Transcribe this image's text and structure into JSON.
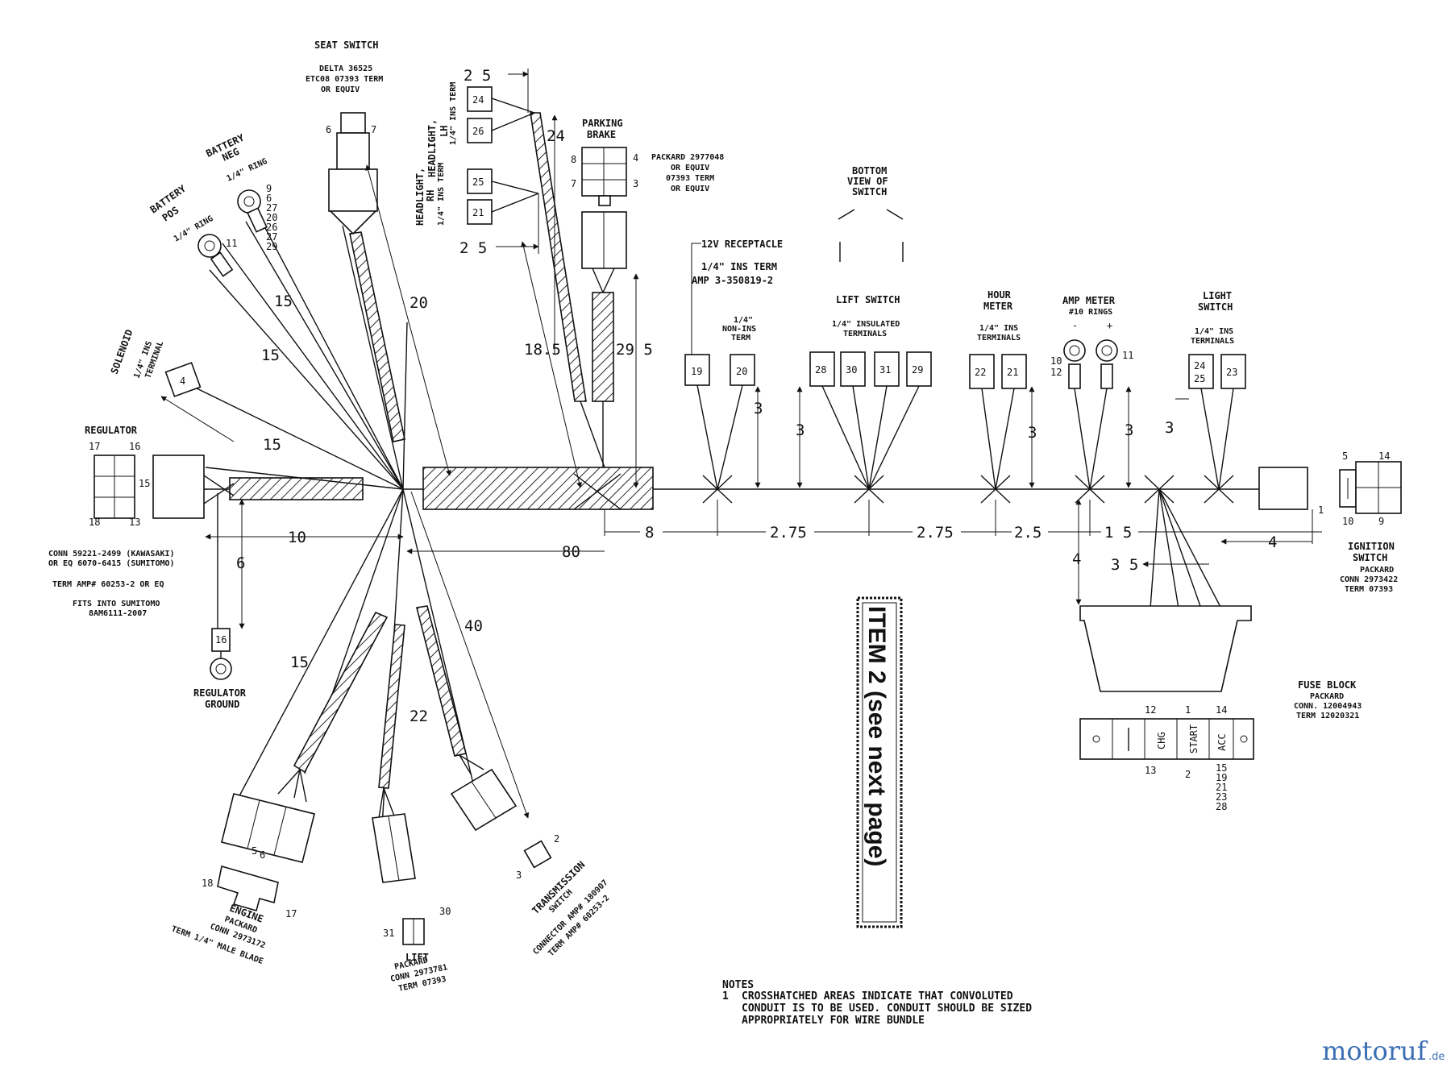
{
  "labels": {
    "seat_switch": "SEAT SWITCH",
    "seat_switch_spec1": "DELTA 36525",
    "seat_switch_spec2": "ETC08 07393 TERM",
    "seat_switch_spec3": "OR EQUIV",
    "battery_neg": "BATTERY",
    "battery_neg2": "NEG",
    "battery_neg_ring": "1/4\" RING",
    "battery_pos": "BATTERY",
    "battery_pos2": "POS",
    "battery_pos_ring": "1/4\" RING",
    "headlight_lh1": "HEADLIGHT,",
    "headlight_lh2": "LH",
    "headlight_lh3": "1/4\" INS TERM",
    "headlight_rh1": "HEADLIGHT,",
    "headlight_rh2": "RH",
    "headlight_rh3": "1/4\" INS TERM",
    "parking_brake1": "PARKING",
    "parking_brake2": "BRAKE",
    "packard1": "PACKARD 2977048",
    "packard2": "OR EQUIV",
    "packard3": "07393 TERM",
    "packard4": "OR EQUIV",
    "bottom_view1": "BOTTOM",
    "bottom_view2": "VIEW OF",
    "bottom_view3": "SWITCH",
    "receptacle": "12V RECEPTACLE",
    "receptacle_term1": "1/4\" INS TERM",
    "receptacle_term2": "AMP 3-350819-2",
    "non_ins1": "1/4\"",
    "non_ins2": "NON-INS",
    "non_ins3": "TERM",
    "lift_switch": "LIFT SWITCH",
    "lift_switch_term1": "1/4\" INSULATED",
    "lift_switch_term2": "TERMINALS",
    "hour_meter1": "HOUR",
    "hour_meter2": "METER",
    "hour_meter_term1": "1/4\" INS",
    "hour_meter_term2": "TERMINALS",
    "amp_meter1": "AMP METER",
    "amp_meter2": "#10 RINGS",
    "amp_minus": "-",
    "amp_plus": "+",
    "light_switch1": "LIGHT",
    "light_switch2": "SWITCH",
    "light_switch_term1": "1/4\" INS",
    "light_switch_term2": "TERMINALS",
    "solenoid": "SOLENOID",
    "solenoid_term1": "1/4\" INS",
    "solenoid_term2": "TERMINAL",
    "regulator": "REGULATOR",
    "conn1": "CONN  59221-2499 (KAWASAKI)",
    "conn2": "OR EQ  6070-6415 (SUMITOMO)",
    "term_amp": "TERM  AMP# 60253-2 OR EQ",
    "fits1": "FITS INTO SUMITOMO",
    "fits2": "8AM6111-2007",
    "regulator_ground1": "REGULATOR",
    "regulator_ground2": "GROUND",
    "ignition1": "IGNITION",
    "ignition2": "SWITCH",
    "ignition3": "PACKARD",
    "ignition4": "CONN  2973422",
    "ignition5": "TERM  07393",
    "fuse_block1": "FUSE BLOCK",
    "fuse_block2": "PACKARD",
    "fuse_block3": "CONN. 12004943",
    "fuse_block4": "TERM  12020321",
    "fuse_chg": "CHG",
    "fuse_start": "START",
    "fuse_acc": "ACC",
    "item2": "ITEM 2 (see next page)",
    "engine1": "ENGINE",
    "engine2": "PACKARD",
    "engine3": "CONN 2973172",
    "engine4": "TERM 1/4\" MALE BLADE",
    "lift1": "LIFT",
    "lift2": "PACKARD",
    "lift3": "CONN  2973781",
    "lift4": "TERM  07393",
    "trans1": "TRANSMISSION",
    "trans2": "SWITCH",
    "trans3": "CONNECTOR AMP# 180907",
    "trans4": "TERM  AMP# 60253-2",
    "notes_title": "NOTES",
    "notes_num": "1",
    "notes1": "CROSSHATCHED AREAS INDICATE THAT CONVOLUTED",
    "notes2": "CONDUIT IS TO BE USED.  CONDUIT SHOULD BE SIZED",
    "notes3": "APPROPRIATELY FOR WIRE BUNDLE",
    "watermark": "motoruf",
    "watermark_tld": ".de"
  },
  "dimensions": {
    "d25_top": "2 5",
    "d24": "24",
    "d25_mid": "2 5",
    "d20": "20",
    "d15_a": "15",
    "d15_b": "15",
    "d15_c": "15",
    "d185": "18.5",
    "d295": "29 5",
    "d3_a": "3",
    "d3_b": "3",
    "d3_c": "3",
    "d3_d": "3",
    "d3_e": "3",
    "d10": "10",
    "d6": "6",
    "d8": "8",
    "d275_a": "2.75",
    "d275_b": "2.75",
    "d25_c": "2.5",
    "d15_d": "1 5",
    "d4_a": "4",
    "d4_b": "4",
    "d35": "3 5",
    "d80": "80",
    "d40": "40",
    "d15_e": "15",
    "d22": "22"
  },
  "terminals": {
    "t24": "24",
    "t26": "26",
    "t25": "25",
    "t21": "21",
    "t19": "19",
    "t20": "20",
    "t28": "28",
    "t30": "30",
    "t31": "31",
    "t29": "29",
    "t22": "22",
    "t21b": "21",
    "t2425a": "24",
    "t2425b": "25",
    "t23": "23",
    "t4": "4",
    "t16": "16"
  },
  "pins": {
    "seat6": "6",
    "seat7": "7",
    "pb8": "8",
    "pb4": "4",
    "pb7": "7",
    "pb3": "3",
    "neg_list": [
      "9",
      "6",
      "27",
      "20",
      "26",
      "27",
      "29"
    ],
    "pos11": "11",
    "reg17": "17",
    "reg16": "16",
    "reg15": "15",
    "reg18": "18",
    "reg13": "13",
    "amp10": "10",
    "amp12": "12",
    "amp11": "11",
    "ign5": "5",
    "ign14": "14",
    "ign10": "10",
    "ign9": "9",
    "ign1": "1",
    "fuse12": "12",
    "fuse1": "1",
    "fuse14": "14",
    "fuse13": "13",
    "fuse2": "2",
    "fuse_list": [
      "15",
      "19",
      "21",
      "23",
      "28"
    ],
    "eng18": "18",
    "eng5": "5",
    "eng6": "6",
    "eng17": "17",
    "lift31": "31",
    "lift30": "30",
    "tr3": "3",
    "tr2": "2"
  }
}
